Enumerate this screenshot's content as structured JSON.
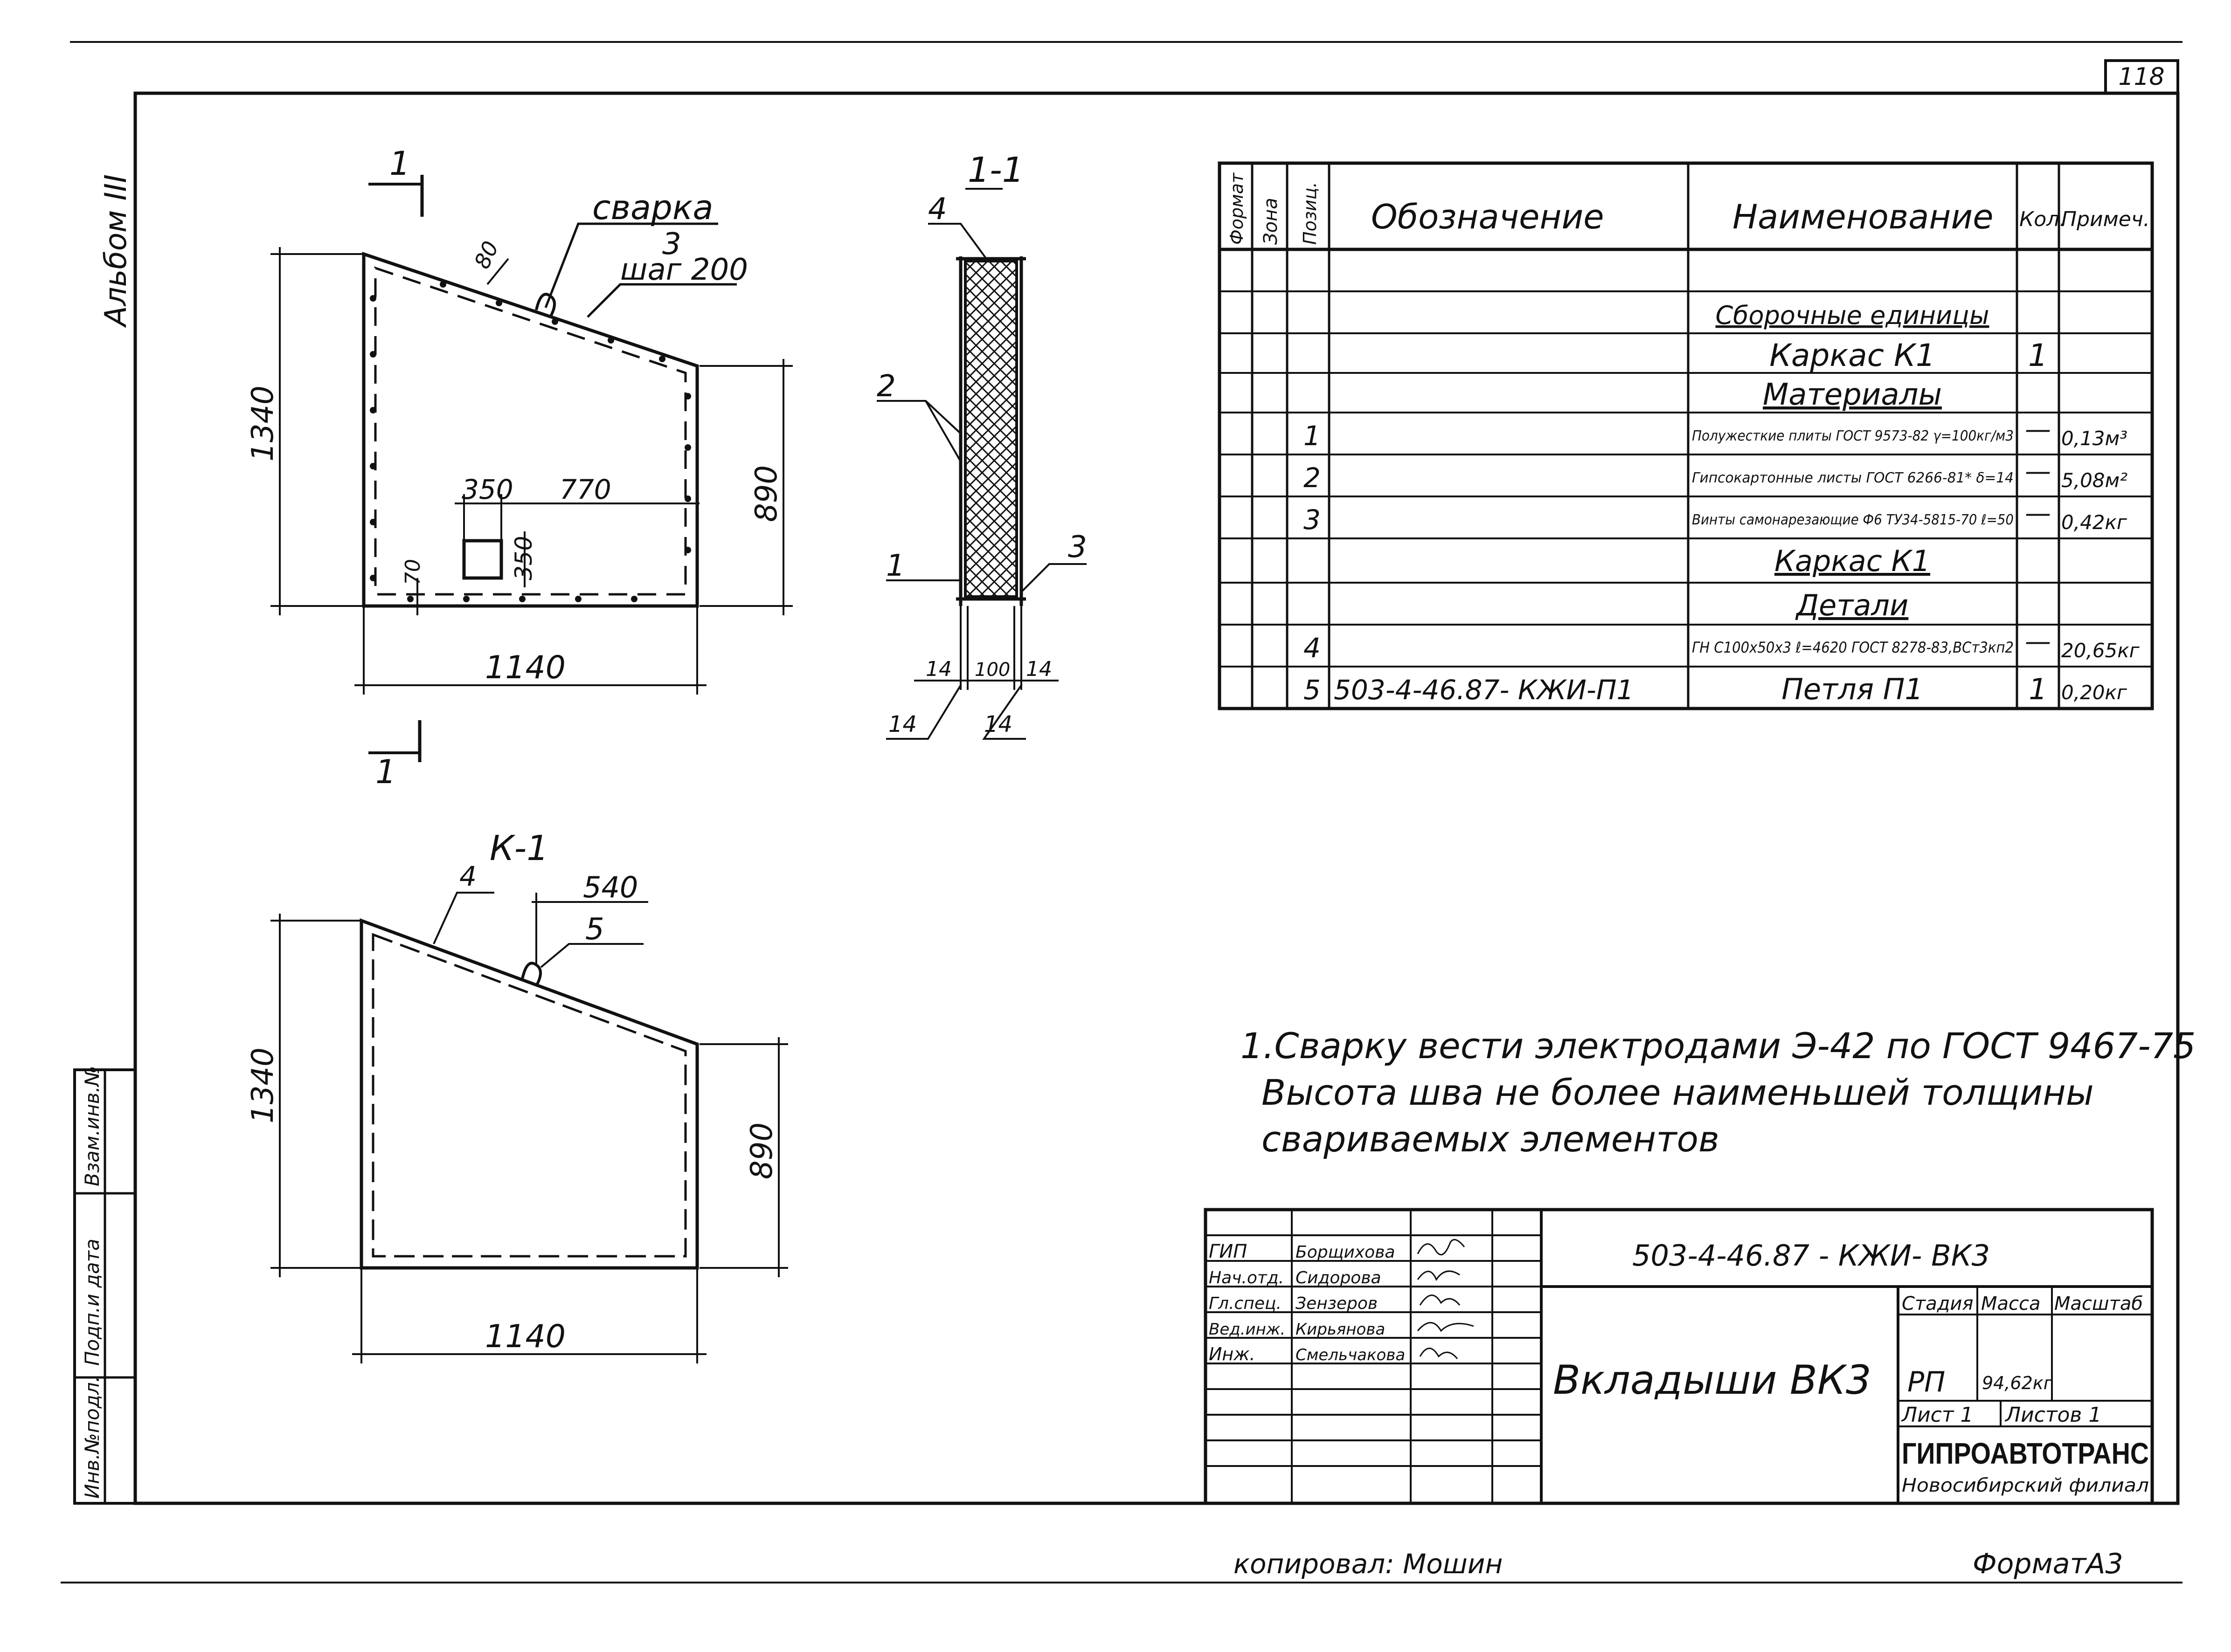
{
  "sheet": {
    "number": "118",
    "album": "Альбом III",
    "format": "ФорматА3",
    "copied_by": "копировал: Мошин"
  },
  "view_front": {
    "section_marker": "1",
    "welding_label": "сварка",
    "step_label": "шаг 200",
    "callout_3": "3",
    "dims": {
      "offset": "80",
      "height_left": "1340",
      "height_right": "890",
      "opening_x": "350",
      "span_top": "770",
      "opening_size": "350",
      "bottom_offset": "70",
      "width": "1140"
    }
  },
  "view_section": {
    "title": "1-1",
    "callout_4": "4",
    "callout_2": "2",
    "callout_1": "1",
    "callout_3": "3",
    "dim_left": "14",
    "dim_mid": "100",
    "dim_right": "14",
    "dim_left2": "14",
    "dim_right2": "14"
  },
  "view_frame": {
    "title": "К-1",
    "callout_4": "4",
    "callout_5": "5",
    "dim_top": "540",
    "height_left": "1340",
    "height_right": "890",
    "width": "1140"
  },
  "spec_table": {
    "headers": {
      "format": "Формат",
      "zone": "Зона",
      "pos": "Позиц.",
      "designation": "Обозначение",
      "name": "Наименование",
      "qty": "Кол.",
      "note": "Примеч."
    },
    "rows": [
      {
        "pos": "",
        "designation": "",
        "name": "",
        "qty": "",
        "note": ""
      },
      {
        "pos": "",
        "designation": "",
        "name": "Сборочные единицы",
        "qty": "",
        "note": ""
      },
      {
        "pos": "",
        "designation": "",
        "name": "Каркас К1",
        "qty": "1",
        "note": ""
      },
      {
        "pos": "",
        "designation": "",
        "name": "Материалы",
        "qty": "",
        "note": ""
      },
      {
        "pos": "1",
        "designation": "",
        "name": "Полужесткие плиты ГОСТ 9573-82 γ=100кг/м3",
        "qty": "—",
        "note": "0,13м³"
      },
      {
        "pos": "2",
        "designation": "",
        "name": "Гипсокартонные листы ГОСТ 6266-81* δ=14",
        "qty": "—",
        "note": "5,08м²"
      },
      {
        "pos": "3",
        "designation": "",
        "name": "Винты самонарезающие Ф6 ТУ34-5815-70 ℓ=50",
        "qty": "—",
        "note": "0,42кг"
      },
      {
        "pos": "",
        "designation": "",
        "name": "Каркас К1",
        "qty": "",
        "note": ""
      },
      {
        "pos": "",
        "designation": "",
        "name": "Детали",
        "qty": "",
        "note": ""
      },
      {
        "pos": "4",
        "designation": "",
        "name": "ГН С100х50х3 ℓ=4620 ГОСТ 8278-83,ВСт3кп2",
        "qty": "—",
        "note": "20,65кг"
      },
      {
        "pos": "5",
        "designation": "503-4-46.87- КЖИ-П1",
        "name": "Петля П1",
        "qty": "1",
        "note": "0,20кг"
      }
    ]
  },
  "notes": [
    "1.Сварку вести электродами Э-42 по ГОСТ 9467-75",
    "Высота шва не более наименьшей толщины",
    "свариваемых элементов"
  ],
  "title_block": {
    "code": "503-4-46.87 - КЖИ- ВК3",
    "title": "Вкладыши ВК3",
    "stage_header": "Стадия",
    "mass_header": "Масса",
    "scale_header": "Масштаб",
    "stage": "РП",
    "mass": "94,62кг",
    "sheet": "Лист 1",
    "sheets": "Листов 1",
    "org": "ГИПРОАВТОТРАНС",
    "branch": "Новосибирский филиал",
    "staff": [
      {
        "role": "ГИП",
        "name": "Борщихова"
      },
      {
        "role": "Нач.отд.",
        "name": "Сидорова"
      },
      {
        "role": "Гл.спец.",
        "name": "Зензеров"
      },
      {
        "role": "Вед.инж.",
        "name": "Кирьянова"
      },
      {
        "role": "Инж.",
        "name": "Смельчакова"
      }
    ]
  },
  "side_stamp": {
    "inv_replaced": "Взам.инв.№",
    "sign_date": "Подп.и дата",
    "inv_orig": "Инв.№подл."
  }
}
